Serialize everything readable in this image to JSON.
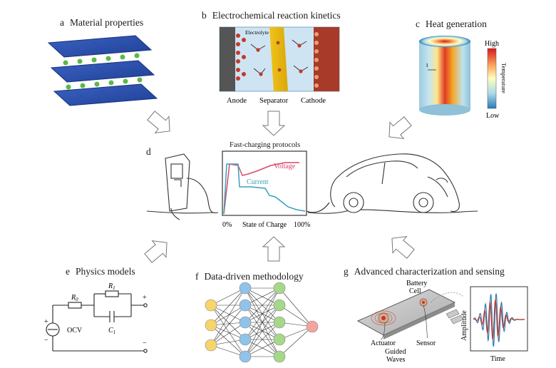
{
  "panels": {
    "a": {
      "letter": "a",
      "title": "Material properties"
    },
    "b": {
      "letter": "b",
      "title": "Electrochemical reaction kinetics",
      "labels": {
        "electrolyte": "Electrolyte",
        "anode": "Anode",
        "separator": "Separator",
        "cathode": "Cathode"
      }
    },
    "c": {
      "letter": "c",
      "title": "Heat generation",
      "scale": {
        "high": "High",
        "low": "Low",
        "axis": "Temperature"
      },
      "colors": [
        "#d7191c",
        "#fdae61",
        "#ffffbf",
        "#abd9e9",
        "#2c7bb6"
      ]
    },
    "d": {
      "letter": "d",
      "chart_title": "Fast-charging protocols",
      "voltage_label": "Voltage",
      "current_label": "Current",
      "x_start": "0%",
      "x_label": "State of Charge",
      "x_end": "100%",
      "voltage_color": "#d9486b",
      "current_color": "#3a9fb8"
    },
    "e": {
      "letter": "e",
      "title": "Physics models",
      "labels": {
        "r0": "R",
        "r0_sub": "0",
        "r1": "R",
        "r1_sub": "1",
        "c1": "C",
        "c1_sub": "1",
        "ocv": "OCV",
        "plus": "+",
        "minus": "−"
      }
    },
    "f": {
      "letter": "f",
      "title": "Data-driven methodology",
      "node_colors": {
        "input": "#f7d56b",
        "hidden1": "#8fc3ea",
        "hidden2": "#a5d888",
        "output": "#f2a49e"
      }
    },
    "g": {
      "letter": "g",
      "title": "Advanced characterization and sensing",
      "labels": {
        "battery_cell": "Battery\nCell",
        "battery": "Battery",
        "cell": "Cell",
        "actuator": "Actuator",
        "guided": "Guided",
        "waves": "Waves",
        "sensor": "Sensor",
        "amplitude": "Amplitude",
        "time": "Time"
      }
    }
  }
}
